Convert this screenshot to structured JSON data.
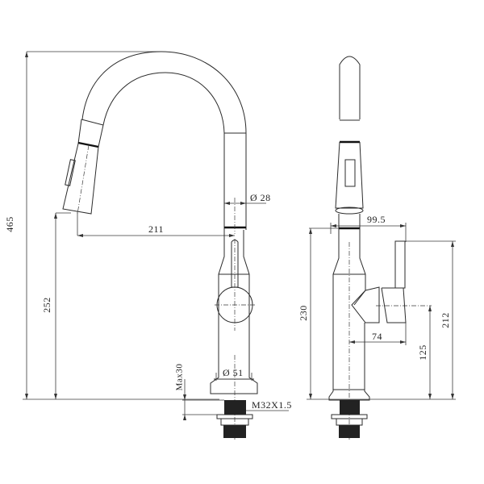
{
  "drawing": {
    "subject": "Pull-down kitchen faucet dimension drawing",
    "front_view": {
      "overall_height": "465",
      "spout_height": "252",
      "spout_reach": "211",
      "spout_diameter": "Ø 28",
      "base_diameter": "Ø 51",
      "max_deck_thickness": "Max30",
      "thread": "M32X1.5"
    },
    "side_view": {
      "top_width": "99.5",
      "body_height": "230",
      "handle_height": "212",
      "handle_reach": "74",
      "handle_axis_height": "125"
    },
    "colors": {
      "line": "#2b2b2b",
      "background": "#ffffff"
    }
  }
}
